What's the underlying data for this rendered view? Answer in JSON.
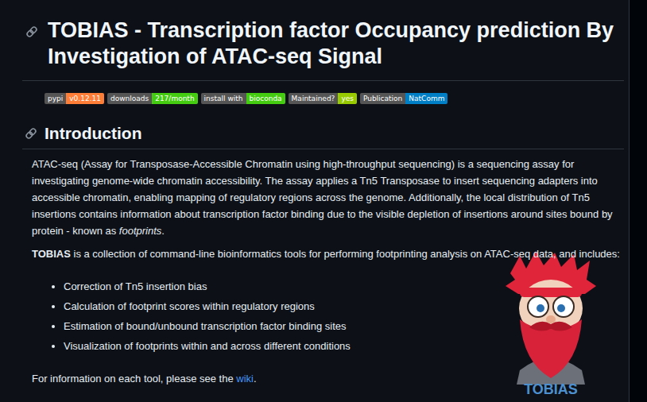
{
  "diagram": {
    "title": "TOBIAS - Transcription factor Occupancy prediction By Investigation of ATAC-seq Signal",
    "nodes": [
      {
        "text": [
          "pypi",
          "v0.12.11"
        ]
      },
      {
        "text": [
          "downloads",
          "217/month"
        ]
      },
      {
        "text": [
          "install with",
          "bioconda"
        ]
      },
      {
        "text": [
          "Maintained?",
          "yes"
        ]
      },
      {
        "text": [
          "Publication",
          "NatComm"
        ]
      }
    ],
    "labels": [
      "Introduction",
      "ATAC-seq (Assay for Transposase-Accessible Chromatin using high-throughput sequencing) is a sequencing assay for investigating genome-wide chromatin accessibility. The assay applies a Tn5 Transposase to insert sequencing adapters into accessible chromatin, enabling mapping of regulatory regions across the genome. Additionally, the local distribution of Tn5 insertions contains information about transcription factor binding due to the visible depletion of insertions around sites bound by protein - known as",
      "footprints",
      ".",
      "TOBIAS",
      "is a collection of command-line bioinformatics tools for performing footprinting analysis on ATAC-seq data, and includes:",
      "Correction of Tn5 insertion bias",
      "Calculation of footprint scores within regulatory regions",
      "Estimation of bound/unbound transcription factor binding sites",
      "Visualization of footprints within and across different conditions",
      "For information on each tool, please see the",
      "wiki",
      ".",
      "TOBIAS"
    ]
  }
}
